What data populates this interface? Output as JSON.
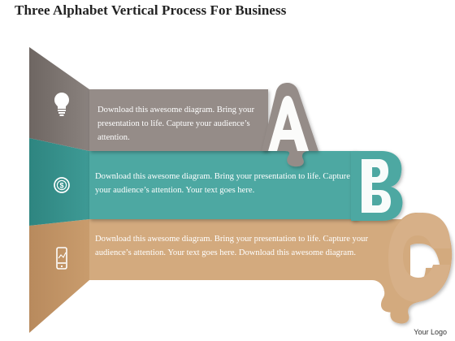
{
  "title": "Three Alphabet Vertical Process For Business",
  "steps": [
    {
      "letter": "A",
      "icon": "lightbulb-icon",
      "color": "#958c88",
      "text": "Download this awesome diagram. Bring your presentation to life. Capture your audience’s attention."
    },
    {
      "letter": "B",
      "icon": "dollar-coin-icon",
      "color": "#4da8a2",
      "text": "Download this awesome diagram. Bring your presentation to life. Capture your audience’s attention. Your text goes here."
    },
    {
      "letter": "C",
      "icon": "mobile-phone-icon",
      "color": "#d3aa7e",
      "text": "Download this awesome diagram. Bring your presentation to life. Capture your audience’s attention. Your text goes here. Download this awesome diagram."
    }
  ],
  "footer": {
    "logo": "Your Logo"
  }
}
